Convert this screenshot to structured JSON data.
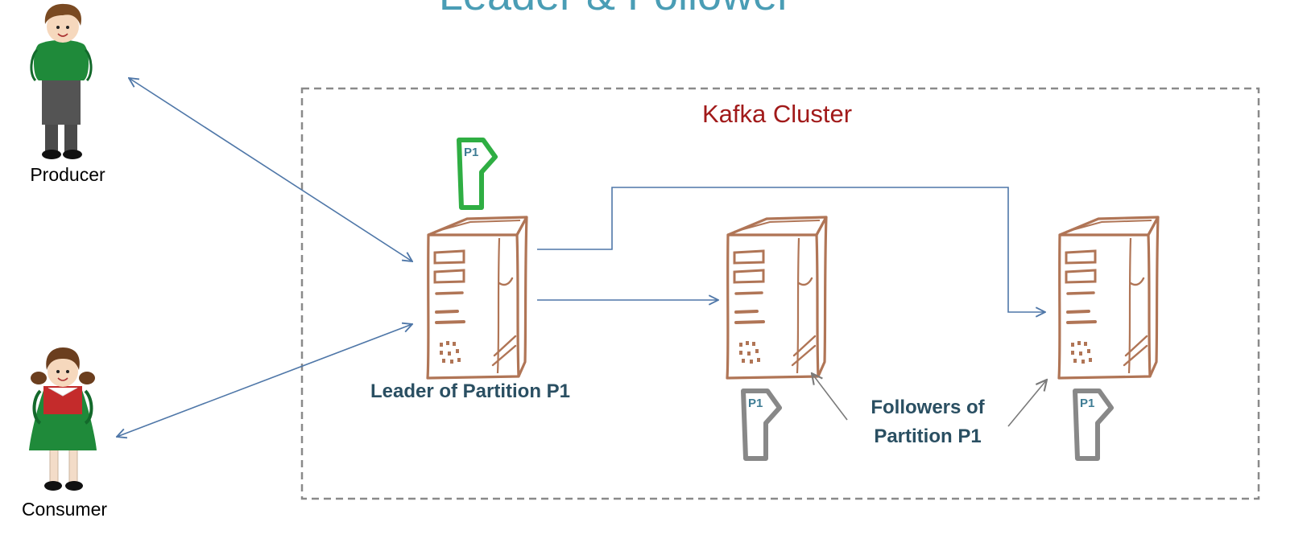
{
  "title": "Leader & Follower",
  "cluster": {
    "label": "Kafka Cluster"
  },
  "actors": {
    "producer": {
      "label": "Producer"
    },
    "consumer": {
      "label": "Consumer"
    }
  },
  "leader": {
    "label": "Leader of Partition P1",
    "tag": "P1"
  },
  "followers": {
    "label_line1": "Followers of",
    "label_line2": "Partition P1",
    "tags": [
      "P1",
      "P1"
    ]
  },
  "colors": {
    "title": "#4a9db5",
    "cluster_label": "#a11a1a",
    "arrow": "#4f77a8",
    "server": "#b07556",
    "leader_tag": "#2fae43",
    "follower_tag": "#888888",
    "label": "#2a4f62"
  }
}
